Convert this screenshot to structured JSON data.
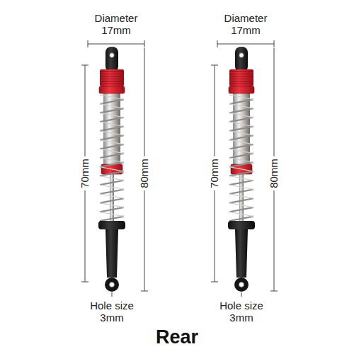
{
  "diagram": {
    "title": "Rear",
    "labels": [
      "Diameter 17mm",
      "70mm",
      "80mm",
      "Hole size 3mm",
      "Diameter 17mm",
      "70mm",
      "80mm",
      "Hole size 3mm"
    ]
  }
}
